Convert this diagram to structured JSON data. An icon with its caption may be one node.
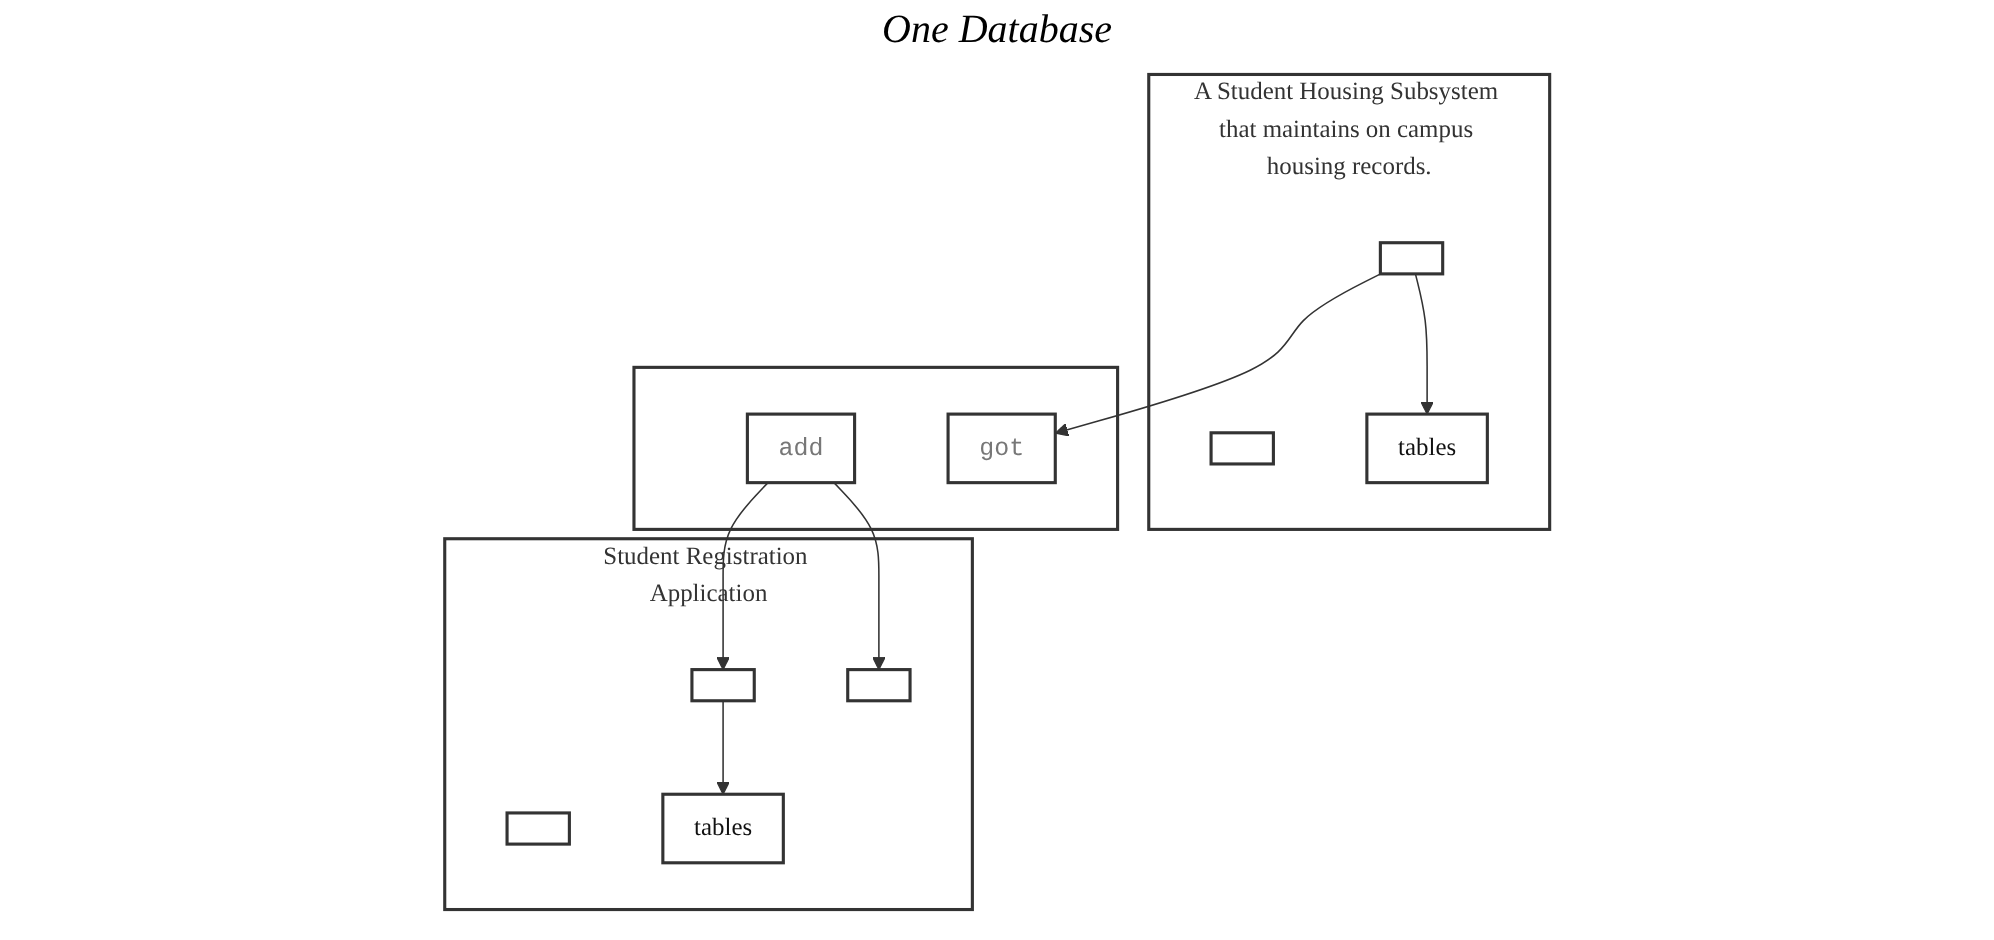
{
  "diagram": {
    "title": "One Database",
    "nodes": [
      {
        "text": [
          "A Student Housing Subsystem that maintains on campus housing records."
        ]
      },
      {
        "text": [],
        "shape": "box",
        "in": 0
      },
      {
        "text": [],
        "shape": "box",
        "in": 0
      },
      {
        "text": [
          "tables"
        ],
        "in": 0
      },
      {
        "text": [
          "Student Registration Application"
        ]
      },
      {
        "text": [],
        "shape": "box"
      },
      {
        "text": [
          "got"
        ],
        "in": 5
      },
      {
        "text": [
          "add"
        ],
        "in": 5
      },
      {
        "text": [],
        "shape": "box",
        "in": 4
      },
      {
        "text": [],
        "shape": "box",
        "in": 4
      },
      {
        "text": [],
        "shape": "box",
        "in": 4
      },
      {
        "text": [
          "tables"
        ],
        "in": 4
      }
    ],
    "edges": [
      {
        "from": 1,
        "to": 6,
        "arrow": "to"
      },
      {
        "from": 1,
        "to": 3,
        "arrow": "to"
      },
      {
        "from": 7,
        "to": 8,
        "arrow": "to"
      },
      {
        "from": 7,
        "to": 10,
        "arrow": "to"
      },
      {
        "from": 8,
        "to": 11,
        "arrow": "to"
      }
    ]
  }
}
